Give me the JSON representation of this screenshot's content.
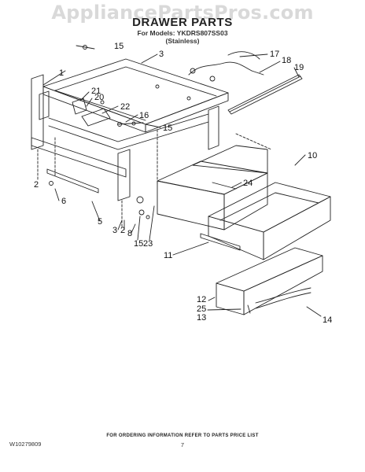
{
  "watermark": "AppliancePartsPros.com",
  "header": {
    "title": "DRAWER PARTS",
    "models_line": "For Models: YKDRS807SS03",
    "variant": "(Stainless)"
  },
  "callouts": [
    {
      "id": "c1",
      "label": "1"
    },
    {
      "id": "c2a",
      "label": "2"
    },
    {
      "id": "c2b",
      "label": "2"
    },
    {
      "id": "c3a",
      "label": "3"
    },
    {
      "id": "c3b",
      "label": "3"
    },
    {
      "id": "c5",
      "label": "5"
    },
    {
      "id": "c6",
      "label": "6"
    },
    {
      "id": "c8",
      "label": "8"
    },
    {
      "id": "c10",
      "label": "10"
    },
    {
      "id": "c11",
      "label": "11"
    },
    {
      "id": "c12",
      "label": "12"
    },
    {
      "id": "c13",
      "label": "13"
    },
    {
      "id": "c14",
      "label": "14"
    },
    {
      "id": "c15a",
      "label": "15"
    },
    {
      "id": "c15b",
      "label": "15"
    },
    {
      "id": "c15c",
      "label": "15"
    },
    {
      "id": "c16",
      "label": "16"
    },
    {
      "id": "c17",
      "label": "17"
    },
    {
      "id": "c18",
      "label": "18"
    },
    {
      "id": "c19",
      "label": "19"
    },
    {
      "id": "c20",
      "label": "20"
    },
    {
      "id": "c21",
      "label": "21"
    },
    {
      "id": "c22",
      "label": "22"
    },
    {
      "id": "c23",
      "label": "23"
    },
    {
      "id": "c24",
      "label": "24"
    },
    {
      "id": "c25",
      "label": "25"
    }
  ],
  "footer": {
    "note": "FOR ORDERING INFORMATION REFER TO PARTS PRICE LIST",
    "doc_code": "W10279809",
    "page": "7"
  }
}
